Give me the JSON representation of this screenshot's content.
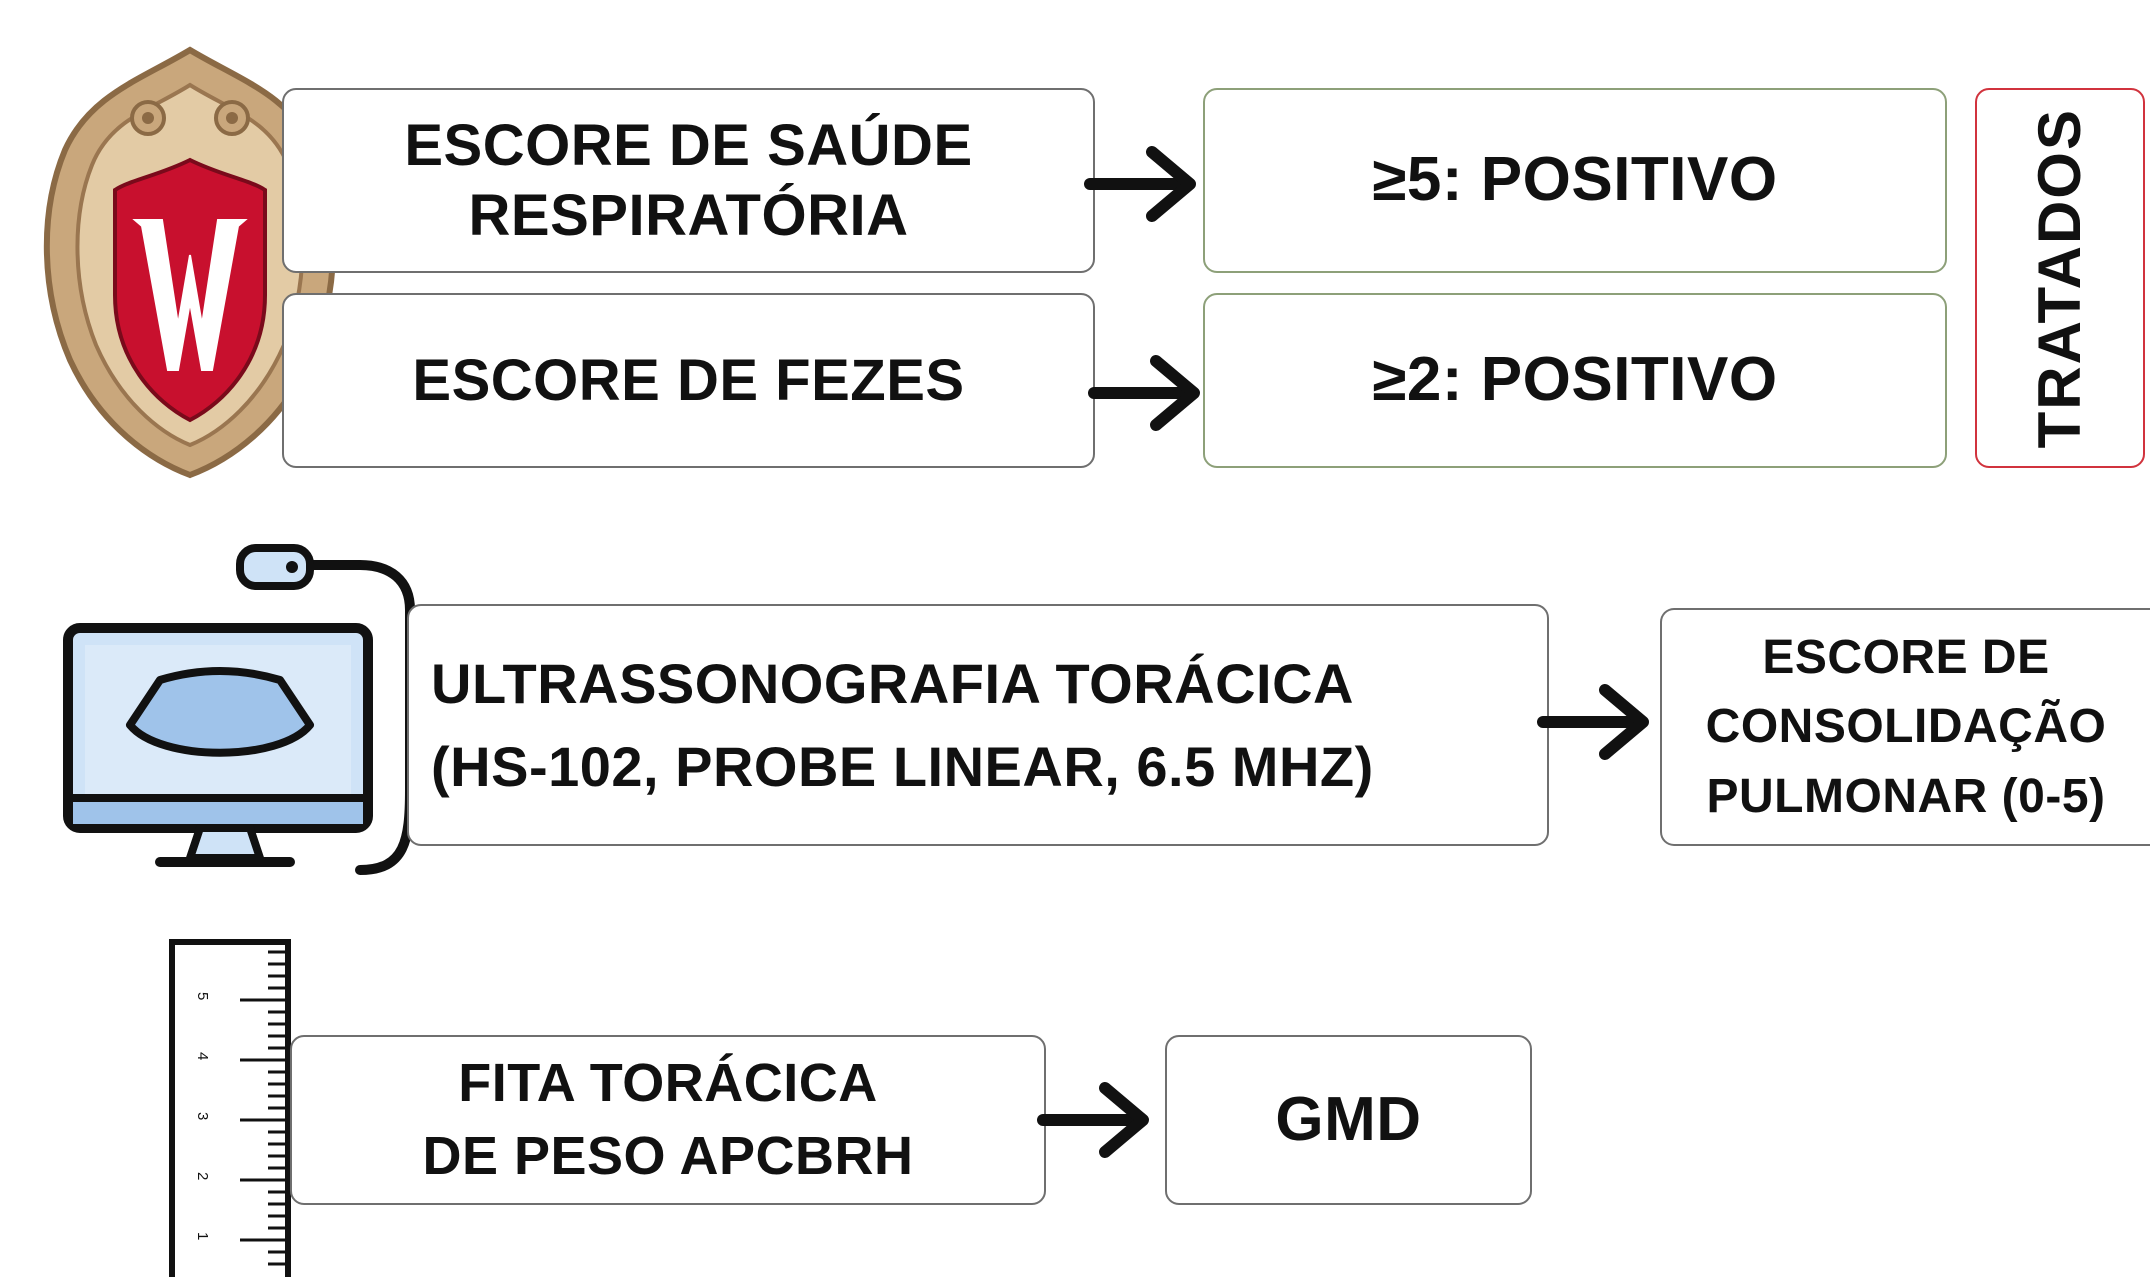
{
  "icons": {
    "crest": "university-crest-w-icon",
    "ultrasound": "ultrasound-monitor-icon",
    "ruler": "ruler-tape-icon",
    "arrow": "right-arrow-icon"
  },
  "colors": {
    "text": "#111111",
    "box_border": "#6f6f6f",
    "result_border": "#8da079",
    "treated_border": "#d1333d",
    "crest_shield_red": "#c8102e",
    "crest_frame": "#c9a77c",
    "monitor_screen": "#cfe3f7",
    "monitor_accent": "#9fc3ea"
  },
  "row1": {
    "respiratory_score": [
      "ESCORE DE SAÚDE",
      "RESPIRATÓRIA"
    ],
    "respiratory_result": "≥5: POSITIVO",
    "fecal_score": "ESCORE DE FEZES",
    "fecal_result": "≥2: POSITIVO",
    "treated": "TRATADOS"
  },
  "row2": {
    "ultrasound": [
      "ULTRASSONOGRAFIA TORÁCICA",
      "(HS-102, PROBE LINEAR, 6.5 MHZ)"
    ],
    "consolidation_score": [
      "ESCORE DE",
      "CONSOLIDAÇÃO",
      "PULMONAR (0-5)"
    ]
  },
  "row3": {
    "tape": [
      "FITA TORÁCICA",
      "DE PESO APCBRH"
    ],
    "result": "GMD",
    "ruler_numbers": [
      "5",
      "4",
      "3",
      "2",
      "1"
    ]
  }
}
